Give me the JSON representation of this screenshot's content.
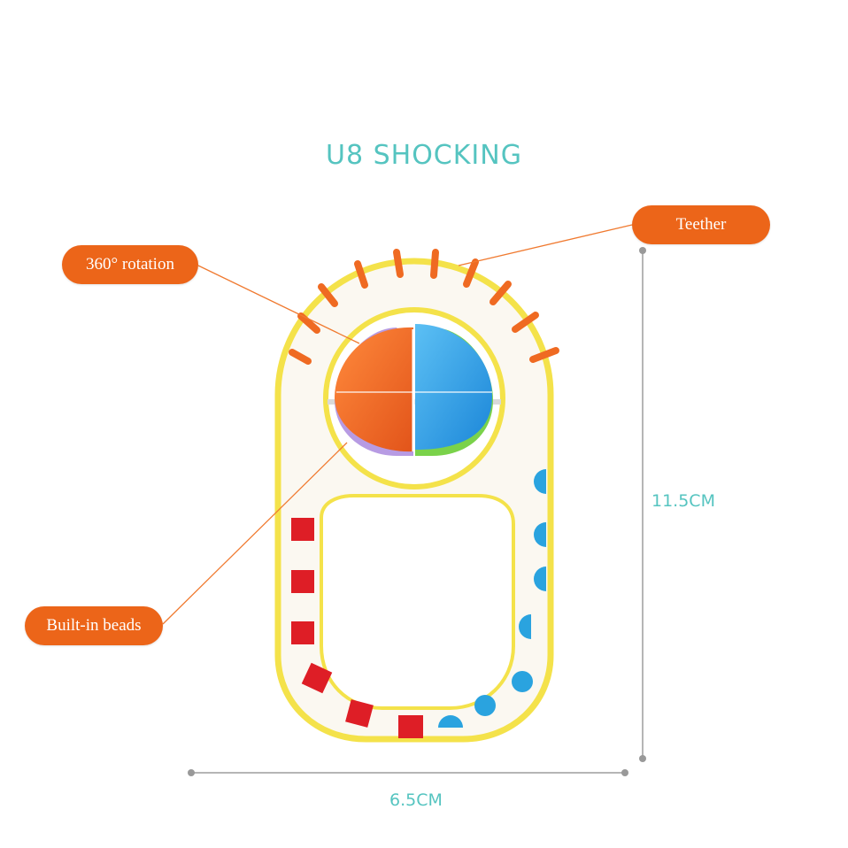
{
  "title": "U8 SHOCKING",
  "callouts": {
    "teether": "Teether",
    "rotation": "360° rotation",
    "beads": "Built-in beads"
  },
  "dimensions": {
    "height": "11.5CM",
    "width": "6.5CM"
  },
  "colors": {
    "accent": "#ec6519",
    "title": "#55c4c0",
    "frame": "#f4e24a",
    "stripe_red": "#de1e26",
    "dot_blue": "#2aa3df"
  }
}
